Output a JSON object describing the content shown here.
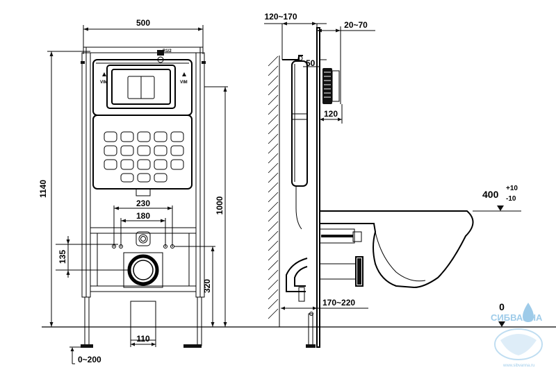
{
  "front_view": {
    "width_label": "500",
    "height_label": "1140",
    "frame_height_label": "1000",
    "offset_230_label": "230",
    "offset_180_label": "180",
    "dim_135_label": "135",
    "dim_320_label": "320",
    "dim_110_label": "110",
    "floor_adjust_label": "0~200",
    "inlet_label": "R1/2",
    "mark_left": "VIM",
    "mark_right": "VIM"
  },
  "side_view": {
    "depth_label": "120~170",
    "panel_label": "20~70",
    "dim_50_label": "50",
    "dim_120_label": "120",
    "bowl_depth_label": "170~220",
    "bowl_height_label": "400",
    "bowl_height_plus": "+10",
    "bowl_height_minus": "-10",
    "floor_label": "0"
  },
  "watermark": {
    "brand": "СИБВАННА",
    "url": "www.sibvanna.ru"
  }
}
